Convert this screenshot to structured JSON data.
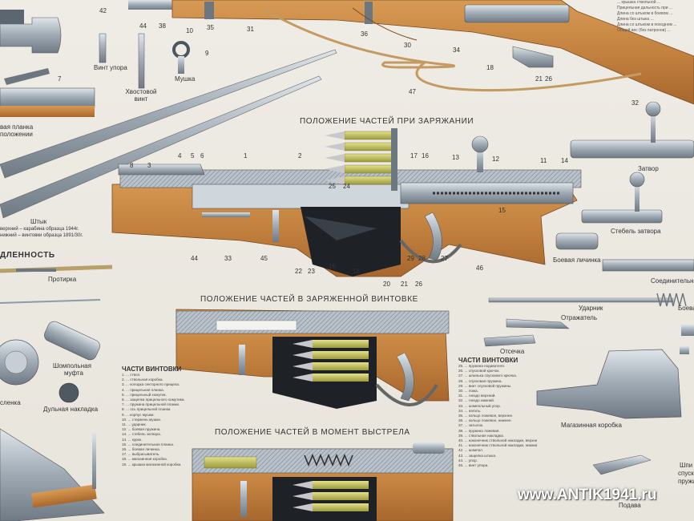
{
  "titles": {
    "loading": "ПОЛОЖЕНИЕ ЧАСТЕЙ ПРИ ЗАРЯЖАНИИ",
    "loaded": "ПОЛОЖЕНИЕ ЧАСТЕЙ В ЗАРЯЖЕННОЙ ВИНТОВКЕ",
    "firing": "ПОЛОЖЕНИЕ ЧАСТЕЙ В МОМЕНТ ВЫСТРЕЛА",
    "accessories": "ДЛЕННОСТЬ"
  },
  "labels": {
    "vint_upora": "Винт упора",
    "khvostovoy_vint": "Хвостовой винт",
    "mushka": "Мушка",
    "planka_1": "вая планка",
    "planka_2": "положении",
    "shtyk": "Штык",
    "shtyk_note_1": "верхний – карабина образца 1944г.",
    "shtyk_note_2": "нижний – винтовки образца 1891/30г.",
    "zatvor": "Затвор",
    "stebel_zatvora": "Стебель затвора",
    "boevaya_lichinka": "Боевая личинка",
    "soedinitelnaya": "Соединительна",
    "udarnik": "Ударник",
    "boevaya_pruzhina": "Боева",
    "otrazhatel": "Отражатель",
    "otsechka": "Отсечка",
    "magazinnaya_korobka": "Магазинная коробка",
    "protirka": "Протирка",
    "shompolnaya_mufta_1": "Шомпольная",
    "shompolnaya_mufta_2": "муфта",
    "dulnaya_nakladka": "Дульная накладка",
    "slenka": "сленка",
    "podavatel": "Подава",
    "shpilka_1": "Шпи",
    "shpilka_2": "спуск",
    "shpilka_3": "пружи"
  },
  "numbers": {
    "top": [
      "42",
      "44",
      "38",
      "35",
      "31",
      "36",
      "30",
      "34",
      "18",
      "21",
      "26",
      "47",
      "32"
    ],
    "small_parts": [
      "10",
      "9",
      "7"
    ],
    "main": [
      "8",
      "3",
      "4",
      "5",
      "6",
      "1",
      "2",
      "17",
      "16",
      "13",
      "12",
      "11",
      "14",
      "15",
      "25",
      "24",
      "44",
      "33",
      "45",
      "22",
      "23",
      "19",
      "18",
      "20",
      "21",
      "29",
      "28",
      "26",
      "27",
      "46"
    ]
  },
  "top_text": [
    "... крышка ствольной ...",
    "Прицельная дальность при ...",
    "Длина со штыком в боевом ...",
    "Длина без штыка ...",
    "Длина со штыком в походном ...",
    "Общий вес (без патронов) ..."
  ],
  "parts_list_left": {
    "title": "ЧАСТИ ВИНТОВКИ",
    "items": [
      "1. ... ствол.",
      "2. ... ствольная коробка.",
      "3. ... колодка секторного прицела.",
      "4. ... прицельная планка.",
      "5. ... прицельный хомутик.",
      "6. ... защелка прицельного хомутика.",
      "7. ... пружина прицельной планки.",
      "8. ... ось прицельной планки.",
      "9. ... корпус мушки.",
      "10. ... стержень мушки.",
      "11. ... ударник.",
      "12. ... боевая пружина.",
      "13. ... стебель затвора.",
      "14. ... курок.",
      "15. ... соединительная планка.",
      "16. ... боевая личинка.",
      "17. ... выбрасыватель.",
      "18. ... магазинная коробка.",
      "19. ... крышка магазинной коробки."
    ]
  },
  "parts_list_right": {
    "title": "ЧАСТИ ВИНТОВКИ",
    "items": [
      "25. ... пружина подавателя.",
      "26. ... спусковой крючок.",
      "27. ... шпилька спускового крючка.",
      "28. ... спусковая пружина.",
      "29. ... винт спусковой пружины.",
      "30. ... ложа.",
      "31. ... гнездо верхний.",
      "32. ... гнездо нижний.",
      "33. ... шомпольный упор.",
      "34. ... наголь.",
      "35. ... кольцо ложевое, верхнее.",
      "36. ... кольцо ложевое, нижнее.",
      "37. ... затылок.",
      "38. ... пружина ложевая.",
      "39. ... ствольная накладка.",
      "40. ... наконечник ствольной накладки, верхний.",
      "41. ... наконечник ствольной накладки, нижний.",
      "42. ... шомпол.",
      "43. ... защелка штыка.",
      "44. ... упор.",
      "45. ... винт упора."
    ]
  },
  "watermark": "www.ANTIK1941.ru",
  "colors": {
    "paper": "#ece9e1",
    "wood": "#c98a45",
    "wood_dark": "#9a5d2a",
    "steel": "#8e9aa6",
    "steel_light": "#c9d1d9",
    "dark": "#1e2226",
    "brass": "#b8b657",
    "watermark": "#ffffff"
  }
}
